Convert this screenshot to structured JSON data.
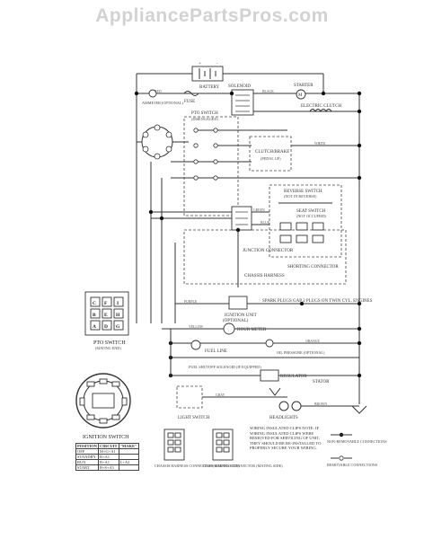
{
  "watermark": "AppliancePartsPros.com",
  "labels": {
    "battery": "BATTERY",
    "solenoid": "SOLENOID",
    "starter": "STARTER",
    "fuse": "FUSE",
    "ammeter": "AMMETER (OPTIONAL)",
    "pto_switch_top": "PTO SWITCH",
    "pto_disengaged": "(DISENGAGED)",
    "electric_clutch": "ELECTRIC CLUTCH",
    "clutch_brake": "CLUTCH/BRAKE",
    "pedal_up": "(PEDAL UP)",
    "reverse_switch": "REVERSE SWITCH",
    "not_in_reverse": "(NOT IN REVERSE)",
    "seat_switch": "SEAT SWITCH",
    "not_occupied": "(NOT OCCUPIED)",
    "junction_connector": "JUNCTION CONNECTOR",
    "shorting_connector": "SHORTING CONNECTOR",
    "chassis_harness": "CHASSIS HARNESS",
    "ignition_unit": "IGNITION UNIT",
    "spark_plugs": "SPARK PLUGS GAP 2 PLUGS ON TWIN CYL. ENGINES",
    "optional": "(OPTIONAL)",
    "hour_meter": "HOUR METER",
    "fuel_line": "FUEL LINE",
    "oil_pressure": "OIL PRESSURE (OPTIONAL)",
    "fuel_shutoff": "FUEL SHUTOFF SOLENOID (IF EQUIPPED)",
    "regulator": "REGULATOR",
    "stator": "STATOR",
    "light_switch": "LIGHT SWITCH",
    "headlights": "HEADLIGHTS",
    "pto_switch": "PTO SWITCH",
    "pto_mating": "(MATING END)",
    "ignition_switch": "IGNITION SWITCH",
    "chassis_harness_conn": "CHASSIS HARNESS CONNECTOR (MATING SIDE)",
    "dash_harness_conn": "DASH HARNESS CONNECTOR (MATING SIDE)",
    "wiring_note": "WIRING INSULATED CLIPS NOTE: IF WIRING INSULATED CLIPS WERE REMOVED FOR SERVICING OF UNIT, THEY SHOULD BE RE-INSTALLED TO PROPERLY SECURE YOUR WIRING.",
    "non_removable": "NON-REMOVABLE CONNECTIONS",
    "removable": "REMOVABLE CONNECTIONS"
  },
  "wire_colors": [
    "BLACK",
    "RED",
    "WHITE",
    "GREEN",
    "BLUE",
    "PURPLE",
    "YELLOW",
    "ORANGE",
    "GRAY",
    "BROWN"
  ],
  "pto_pins": [
    [
      "C",
      "F",
      "I"
    ],
    [
      "B",
      "E",
      "H"
    ],
    [
      "A",
      "D",
      "G"
    ]
  ],
  "ignition_table": {
    "headers": [
      "POSITION",
      "CIRCUIT",
      "\"MAKE\""
    ],
    "rows": [
      [
        "OFF",
        "M+G+A1",
        ""
      ],
      [
        "STANDBY",
        "B+A1",
        ""
      ],
      [
        "RUN",
        "B+A1",
        "L+A2"
      ],
      [
        "START",
        "B+S+A1",
        ""
      ]
    ]
  },
  "colors": {
    "ink": "#333333",
    "watermark": "#d2d2d2"
  }
}
